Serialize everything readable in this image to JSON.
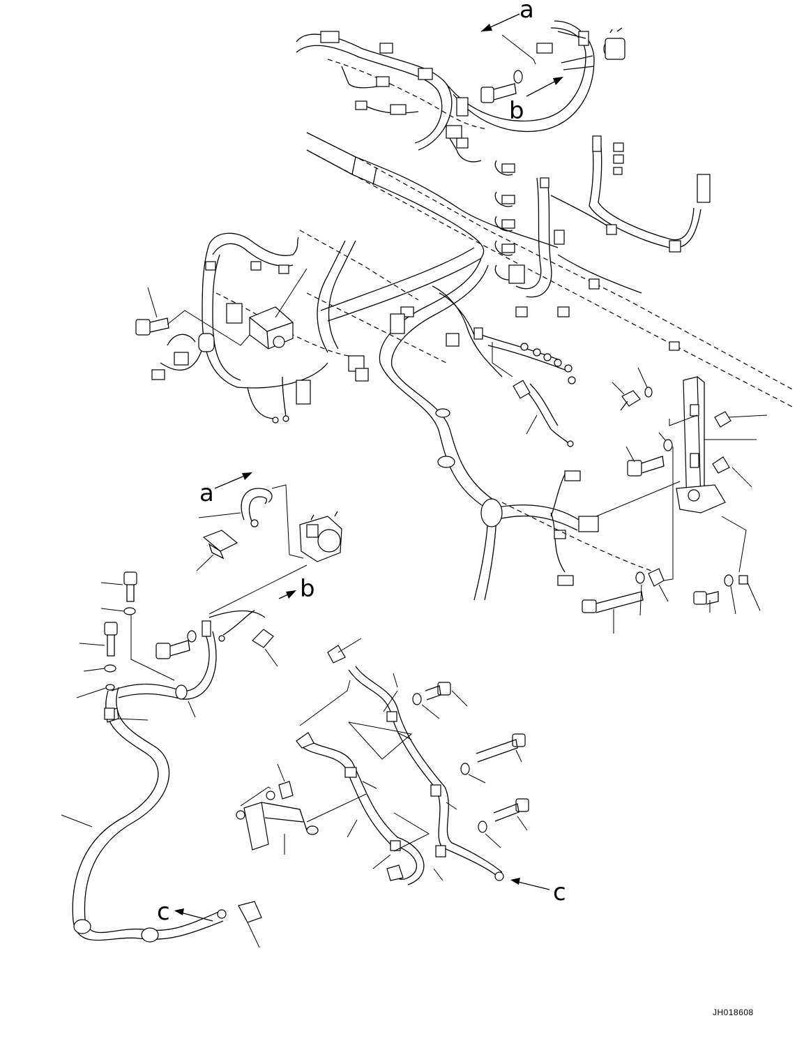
{
  "callouts": {
    "a": "a",
    "b": "b",
    "c": "c"
  },
  "drawing_code": "JH018608",
  "icons": [
    "wiring-harness",
    "starter-motor",
    "battery-relay",
    "ground-cable",
    "mounting-bracket",
    "bolt",
    "washer",
    "nut",
    "collar",
    "terminal-cap"
  ]
}
